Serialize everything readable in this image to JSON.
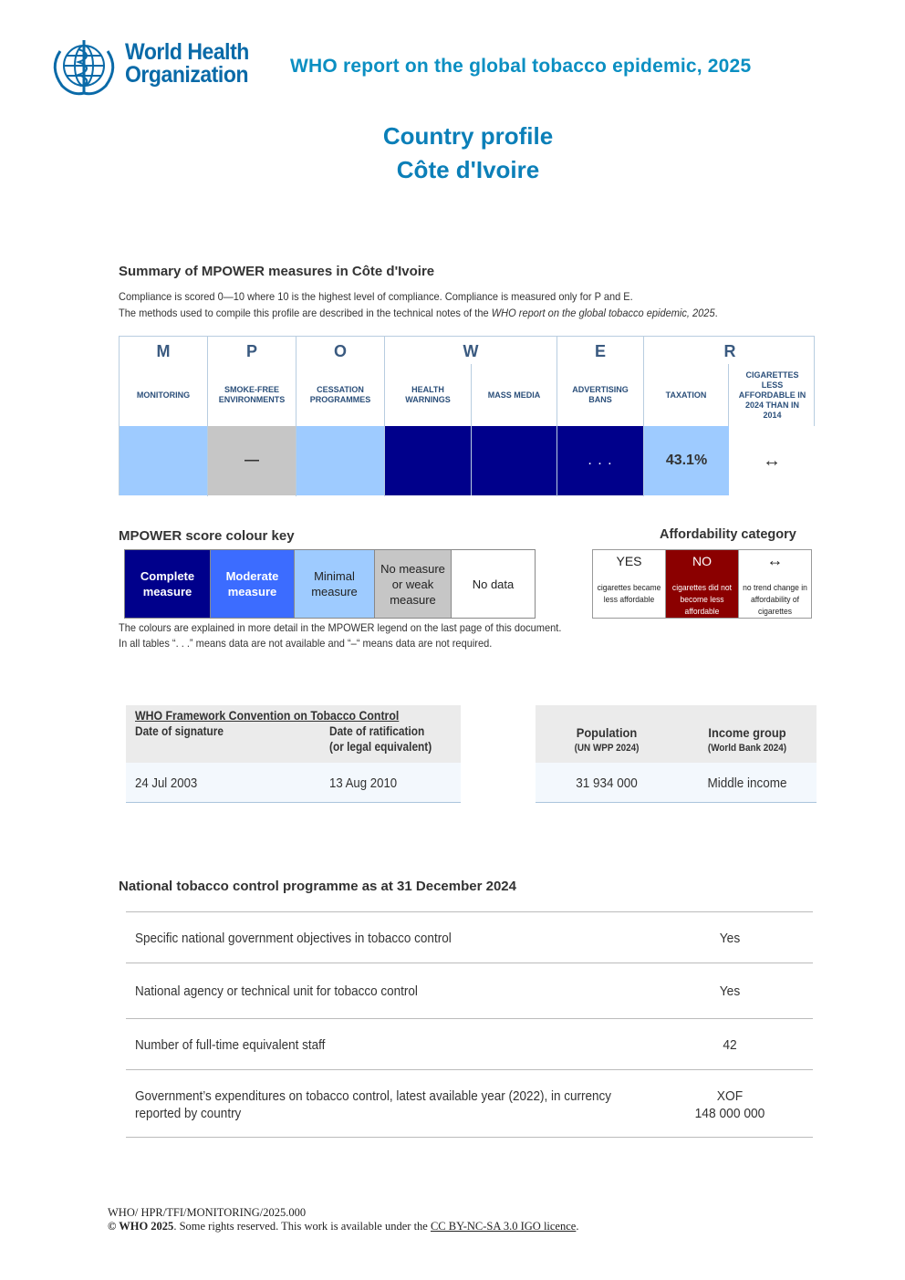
{
  "header": {
    "org_name_line1": "World Health",
    "org_name_line2": "Organization",
    "report_title": "WHO report on the global tobacco epidemic, 2025",
    "profile_title": "Country profile",
    "country": "Côte d'Ivoire"
  },
  "summary": {
    "heading": "Summary of MPOWER measures in Côte d'Ivoire",
    "note_line1": "Compliance is scored 0—10 where 10 is the highest level of compliance. Compliance is measured only for P and E.",
    "note_line2_prefix": "The methods used to compile this profile are described in the technical notes of the ",
    "note_line2_italic": "WHO report on the global tobacco epidemic, 2025",
    "note_line2_suffix": "."
  },
  "mpower": {
    "letters": {
      "m": "M",
      "p": "P",
      "o": "O",
      "w": "W",
      "e": "E",
      "r": "R"
    },
    "columns": [
      {
        "label": "MONITORING",
        "value": "",
        "category": "Minimal measure",
        "color": "#9ecbff"
      },
      {
        "label": "SMOKE-FREE ENVIRONMENTS",
        "value": "—",
        "category": "No measure or weak measure",
        "color": "#c6c6c6"
      },
      {
        "label": "CESSATION PROGRAMMES",
        "value": "",
        "category": "Minimal measure",
        "color": "#9ecbff"
      },
      {
        "label": "HEALTH WARNINGS",
        "value": "",
        "category": "Complete measure",
        "color": "#00008b"
      },
      {
        "label": "MASS MEDIA",
        "value": "",
        "category": "Complete measure",
        "color": "#00008b"
      },
      {
        "label": "ADVERTISING BANS",
        "value": ". . .",
        "category": "Complete measure",
        "color": "#00008b"
      },
      {
        "label": "TAXATION",
        "value": "43.1%",
        "category": "Minimal measure",
        "color": "#9ecbff"
      },
      {
        "label": "CIGARETTES LESS AFFORDABLE IN 2024 THAN IN 2014",
        "value": "↔",
        "category": "No trend change",
        "color": "#ffffff"
      }
    ]
  },
  "colour_key": {
    "heading": "MPOWER score colour key",
    "items": [
      {
        "label": "Complete measure",
        "color": "#00008b"
      },
      {
        "label": "Moderate measure",
        "color": "#3c6cff"
      },
      {
        "label": "Minimal measure",
        "color": "#9ecbff"
      },
      {
        "label": "No measure or weak measure",
        "color": "#c6c6c6"
      },
      {
        "label": "No data",
        "color": "#ffffff"
      }
    ],
    "note_line1": "The colours are explained in more detail in the MPOWER legend on the last page of this document.",
    "note_line2": "In all tables “. . .” means data are not available and “–“ means data are not required."
  },
  "affordability": {
    "heading": "Affordability category",
    "items": [
      {
        "big": "YES",
        "small": "cigarettes became less affordable"
      },
      {
        "big": "NO",
        "small": "cigarettes did not become less affordable"
      },
      {
        "big": "↔",
        "small": "no trend change in affordability of cigarettes"
      }
    ]
  },
  "fctc": {
    "title": "WHO Framework Convention on Tobacco Control",
    "col1_header": "Date of signature",
    "col2_header_line1": "Date of ratification",
    "col2_header_line2": "(or legal equivalent)",
    "signature_date": "24 Jul 2003",
    "ratification_date": "13 Aug 2010"
  },
  "population": {
    "pop_header": "Population",
    "pop_source": "(UN WPP 2024)",
    "income_header": "Income group",
    "income_source": "(World Bank 2024)",
    "pop_value": "31 934 000",
    "income_value": "Middle income"
  },
  "programme": {
    "heading": "National tobacco control programme as at 31 December 2024",
    "rows": [
      {
        "label": "Specific national government objectives in tobacco control",
        "value": "Yes"
      },
      {
        "label": "National agency or technical unit for tobacco control",
        "value": "Yes"
      },
      {
        "label": "Number of full-time equivalent staff",
        "value": "42"
      },
      {
        "label_line1": "Government’s expenditures on tobacco control, latest available year (2022), in currency",
        "label_line2": "reported by country",
        "value_line1": "XOF",
        "value_line2": "148 000 000"
      }
    ]
  },
  "footer": {
    "doc_code": "WHO/ HPR/TFI/MONITORING/2025.000",
    "copyright_bold": "© WHO 2025",
    "copyright_text": ". Some rights reserved. This work is available under the ",
    "licence_link": "CC BY-NC-SA 3.0 IGO licence",
    "end": "."
  }
}
